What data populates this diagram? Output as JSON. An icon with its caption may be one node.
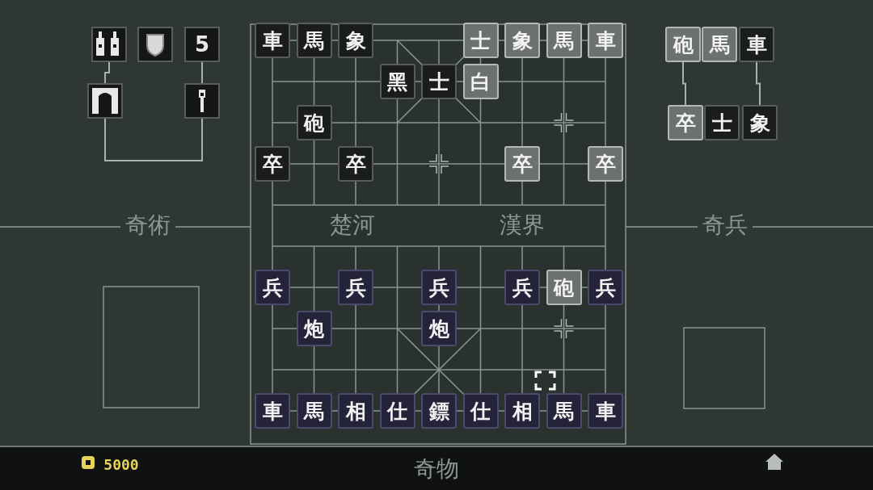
{
  "diagram": {
    "nodes": [
      {
        "text": [],
        "shape": "picture"
      },
      {
        "text": [],
        "shape": "picture"
      },
      {
        "text": [
          "5"
        ]
      },
      {
        "text": [],
        "shape": "picture"
      },
      {
        "text": [],
        "shape": "picture"
      },
      {
        "text": [
          "車"
        ]
      },
      {
        "text": [
          "馬"
        ]
      },
      {
        "text": [
          "象"
        ]
      },
      {
        "text": [
          "士"
        ]
      },
      {
        "text": [
          "象"
        ]
      },
      {
        "text": [
          "馬"
        ]
      },
      {
        "text": [
          "車"
        ]
      },
      {
        "text": [
          "黑"
        ]
      },
      {
        "text": [
          "士"
        ]
      },
      {
        "text": [
          "白"
        ]
      },
      {
        "text": [
          "砲"
        ]
      },
      {
        "text": [
          "卒"
        ]
      },
      {
        "text": [
          "卒"
        ]
      },
      {
        "text": [
          "卒"
        ]
      },
      {
        "text": [
          "卒"
        ]
      },
      {
        "text": [
          "兵"
        ]
      },
      {
        "text": [
          "兵"
        ]
      },
      {
        "text": [
          "兵"
        ]
      },
      {
        "text": [
          "兵"
        ]
      },
      {
        "text": [
          "砲"
        ]
      },
      {
        "text": [
          "兵"
        ]
      },
      {
        "text": [
          "炮"
        ]
      },
      {
        "text": [
          "炮"
        ]
      },
      {
        "text": [
          "車"
        ]
      },
      {
        "text": [
          "馬"
        ]
      },
      {
        "text": [
          "相"
        ]
      },
      {
        "text": [
          "仕"
        ]
      },
      {
        "text": [
          "鏢"
        ]
      },
      {
        "text": [
          "仕"
        ]
      },
      {
        "text": [
          "相"
        ]
      },
      {
        "text": [
          "馬"
        ]
      },
      {
        "text": [
          "車"
        ]
      },
      {
        "text": [
          "砲"
        ]
      },
      {
        "text": [
          "馬"
        ]
      },
      {
        "text": [
          "車"
        ]
      },
      {
        "text": [
          "卒"
        ]
      },
      {
        "text": [
          "士"
        ]
      },
      {
        "text": [
          "象"
        ]
      }
    ],
    "edges": [
      {
        "from": 0,
        "to": 3,
        "arrow": "none"
      },
      {
        "from": 2,
        "to": 4,
        "arrow": "none"
      },
      {
        "from": 3,
        "to": 4,
        "arrow": "none"
      },
      {
        "from": 37,
        "to": 40,
        "arrow": "none"
      },
      {
        "from": 39,
        "to": 42,
        "arrow": "none"
      }
    ],
    "labels": [
      "奇術",
      "楚河",
      "漢界",
      "奇兵",
      "5000",
      "奇物"
    ]
  }
}
